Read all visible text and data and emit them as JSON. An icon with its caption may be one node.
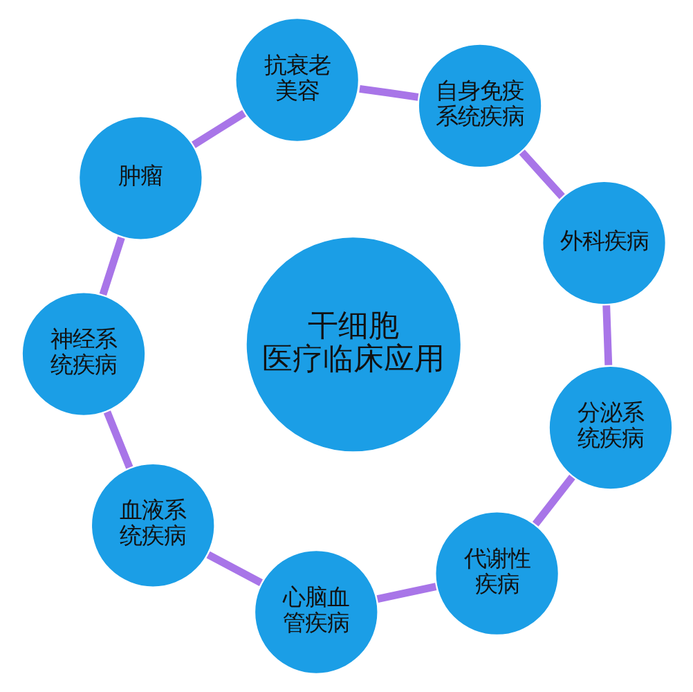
{
  "diagram": {
    "nodes": [
      {
        "text": [
          "干细胞医疗临床应用"
        ]
      },
      {
        "text": [
          "代谢性疾病"
        ]
      },
      {
        "text": [
          "分泌系统疾病"
        ]
      },
      {
        "text": [
          "外科疾病"
        ]
      },
      {
        "text": [
          "自身免疫系统疾病"
        ]
      },
      {
        "text": [
          "抗衰老美容"
        ]
      },
      {
        "text": [
          "肿瘤"
        ]
      },
      {
        "text": [
          "神经系统疾病"
        ]
      },
      {
        "text": [
          "血液系统疾病"
        ]
      },
      {
        "text": [
          "心脑血管疾病"
        ]
      }
    ],
    "edges": [
      {
        "from": 1,
        "to": 2,
        "arrow": "none"
      },
      {
        "from": 2,
        "to": 3,
        "arrow": "none"
      },
      {
        "from": 3,
        "to": 4,
        "arrow": "none"
      },
      {
        "from": 4,
        "to": 5,
        "arrow": "none"
      },
      {
        "from": 5,
        "to": 6,
        "arrow": "none"
      },
      {
        "from": 6,
        "to": 7,
        "arrow": "none"
      },
      {
        "from": 7,
        "to": 8,
        "arrow": "none"
      },
      {
        "from": 8,
        "to": 9,
        "arrow": "none"
      },
      {
        "from": 9,
        "to": 1,
        "arrow": "none"
      }
    ]
  }
}
